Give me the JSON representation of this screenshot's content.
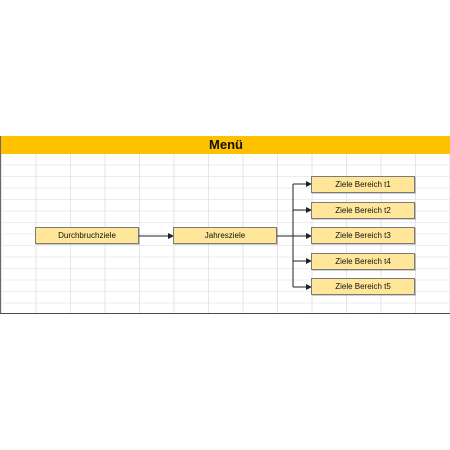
{
  "colors": {
    "header": "#ffc000",
    "node_fill": "#ffe699",
    "node_border": "#7a7a7a",
    "connector": "#222222"
  },
  "header": {
    "title": "Menü"
  },
  "nodes": {
    "root": "Durchbruchziele",
    "middle": "Jahresziele",
    "children": [
      "Ziele Bereich t1",
      "Ziele Bereich t2",
      "Ziele Bereich t3",
      "Ziele Bereich t4",
      "Ziele Bereich t5"
    ]
  }
}
